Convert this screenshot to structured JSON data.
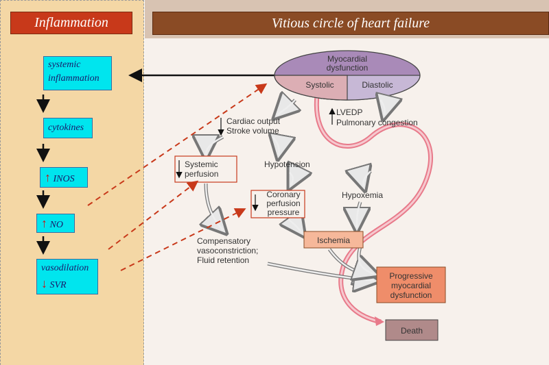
{
  "titles": {
    "left": "Inflammation",
    "right": "Vitious circle of heart failure"
  },
  "cascade": {
    "systemic_line1": "systemic",
    "systemic_line2": "inflammation",
    "cytokines": "cytokines",
    "inos": "INOS",
    "no": "NO",
    "vasodilation": "vasodilation",
    "svr": "SVR"
  },
  "diagram": {
    "myocardial_line1": "Myocardial",
    "myocardial_line2": "dysfunction",
    "systolic": "Systolic",
    "diastolic": "Diastolic",
    "cardiac_line1": "Cardiac output",
    "cardiac_line2": "Stroke volume",
    "lvedp": "LVEDP",
    "pulmonary": "Pulmonary congestion",
    "systemic_perf_line1": "Systemic",
    "systemic_perf_line2": "perfusion",
    "hypotension": "Hypotension",
    "coronary_line1": "Coronary",
    "coronary_line2": "perfusion",
    "coronary_line3": "pressure",
    "hypoxemia": "Hypoxemia",
    "ischemia": "Ischemia",
    "comp_line1": "Compensatory",
    "comp_line2": "vasoconstriction;",
    "comp_line3": "Fluid retention",
    "prog_line1": "Progressive",
    "prog_line2": "myocardial",
    "prog_line3": "dysfunction",
    "death": "Death"
  }
}
